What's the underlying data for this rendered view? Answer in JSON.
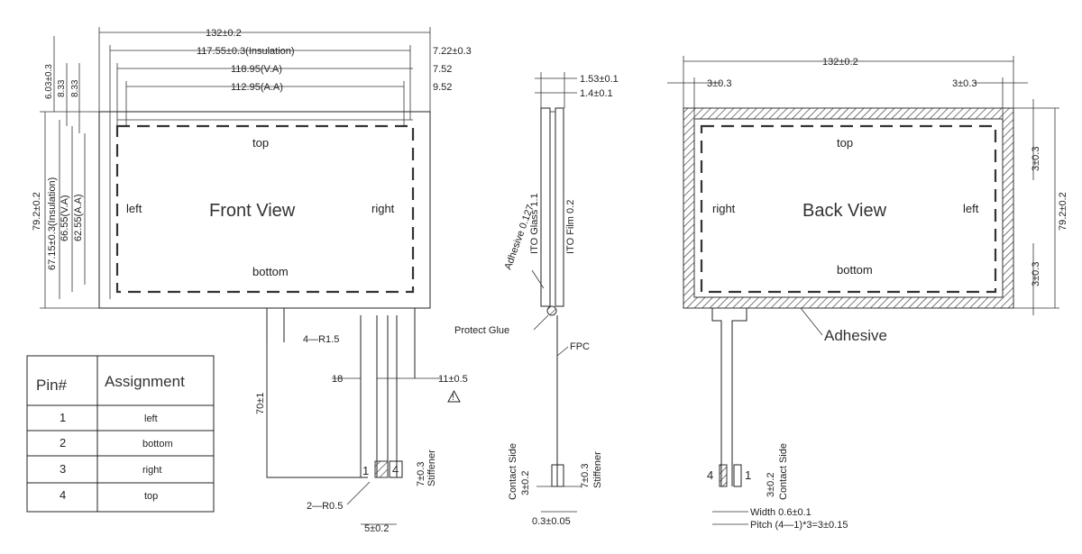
{
  "front": {
    "w_overall": "132±0.2",
    "w_insulation": "117.55±0.3(Insulation)",
    "w_va": "118.95(V.A)",
    "w_aa": "112.95(A.A)",
    "r_722": "7.22±0.3",
    "r_752": "7.52",
    "r_952": "9.52",
    "v_603": "6.03±0.3",
    "v_833a": "8.33",
    "v_833b": "8.33",
    "h_overall": "79.2±0.2",
    "h_insulation": "67.15±0.3(Insulation)",
    "h_va": "66.55(V.A)",
    "h_aa": "62.55(A.A)",
    "top": "top",
    "left": "left",
    "right": "right",
    "bottom": "bottom",
    "title": "Front View",
    "r15": "4—R1.5",
    "d18": "18",
    "d11": "11±0.5",
    "d70": "70±1",
    "p1": "1",
    "p4": "4",
    "d7": "7±0.3",
    "stiffener": "Stiffener",
    "r05": "2—R0.5",
    "d5": "5±0.2"
  },
  "pin_table": {
    "header_pin": "Pin#",
    "header_assign": "Assignment",
    "rows": [
      {
        "pin": "1",
        "assign": "left"
      },
      {
        "pin": "2",
        "assign": "bottom"
      },
      {
        "pin": "3",
        "assign": "right"
      },
      {
        "pin": "4",
        "assign": "top"
      }
    ]
  },
  "side": {
    "d153": "1.53±0.1",
    "d14": "1.4±0.1",
    "adhesive": "Adhesive  0.127",
    "ito_glass": "ITO  Glass  1.1",
    "ito_film": "ITO  Film  0.2",
    "protect": "Protect  Glue",
    "fpc": "FPC",
    "contact": "Contact Side",
    "d3": "3±0.2",
    "d7": "7±0.3",
    "stiffener": "Stiffener",
    "d03": "0.3±0.05"
  },
  "back": {
    "w_overall": "132±0.2",
    "m_left": "3±0.3",
    "m_right": "3±0.3",
    "v_top": "3±0.3",
    "h_overall": "79.2±0.2",
    "v_bottom": "3±0.3",
    "top": "top",
    "right": "right",
    "left": "left",
    "bottom": "bottom",
    "title": "Back View",
    "adhesive": "Adhesive",
    "p4": "4",
    "p1": "1",
    "d3": "3±0.2",
    "contact": "Contact Side",
    "width": "Width  0.6±0.1",
    "pitch": "Pitch  (4—1)*3=3±0.15"
  }
}
